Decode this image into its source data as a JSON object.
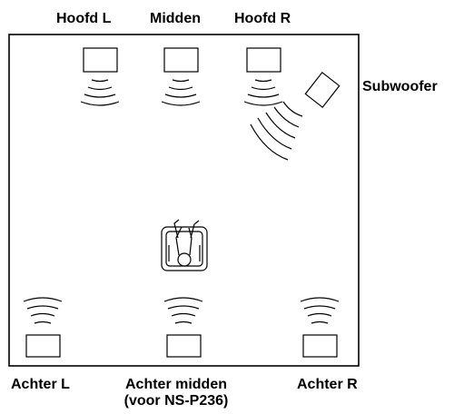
{
  "labels": {
    "front_left": "Hoofd L",
    "center": "Midden",
    "front_right": "Hoofd R",
    "subwoofer": "Subwoofer",
    "surround_left": "Achter L",
    "surround_center_line1": "Achter midden",
    "surround_center_line2": "(voor NS-P236)",
    "surround_right": "Achter R"
  },
  "colors": {
    "line": "#000000",
    "background": "#ffffff"
  }
}
